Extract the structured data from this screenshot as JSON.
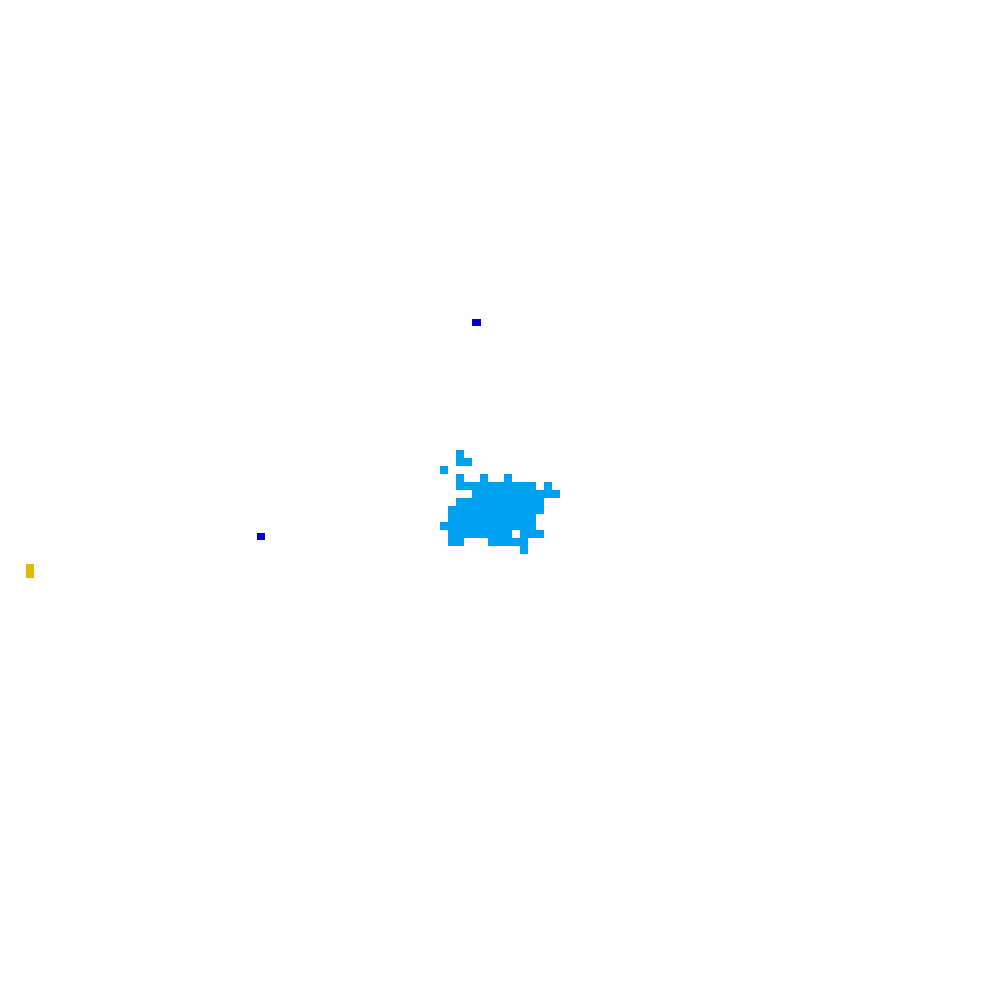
{
  "colors": {
    "background": "#ffffff",
    "blob": "#00a0f0",
    "marker": "#0000cc",
    "player": "#e6b800"
  },
  "sprites": {
    "blob": "cyan-pixel-blob",
    "markers": [
      "blue-marker-upper",
      "blue-marker-left"
    ],
    "player": "yellow-player-sprite"
  }
}
